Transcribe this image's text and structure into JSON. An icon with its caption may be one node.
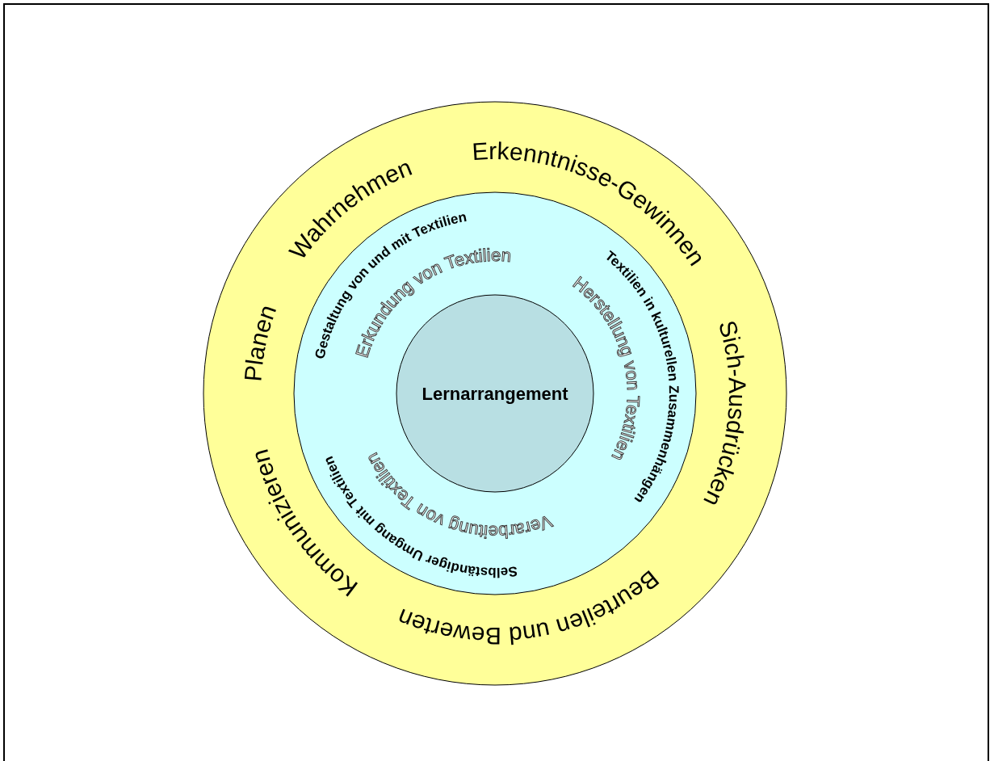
{
  "diagram": {
    "nodes": [
      {
        "text": [
          "Planen",
          "Wahrnehmen",
          "Erkenntnisse-Gewinnen",
          "Sich-Ausdrücken",
          "Beurteilen und Bewerten",
          "Kommunizieren"
        ]
      },
      {
        "text": [
          "Gestaltung von und mit Textilien",
          "Textilien in kulturellen Zusammenhängen",
          "Selbständiger Umgang mit Textilien",
          "Erkundung von Textilien",
          "Herstellung von Textilien",
          "Verarbeitung von Textilien"
        ],
        "in": 0
      },
      {
        "text": [
          "Lernarrangement"
        ],
        "in": 1
      }
    ]
  }
}
